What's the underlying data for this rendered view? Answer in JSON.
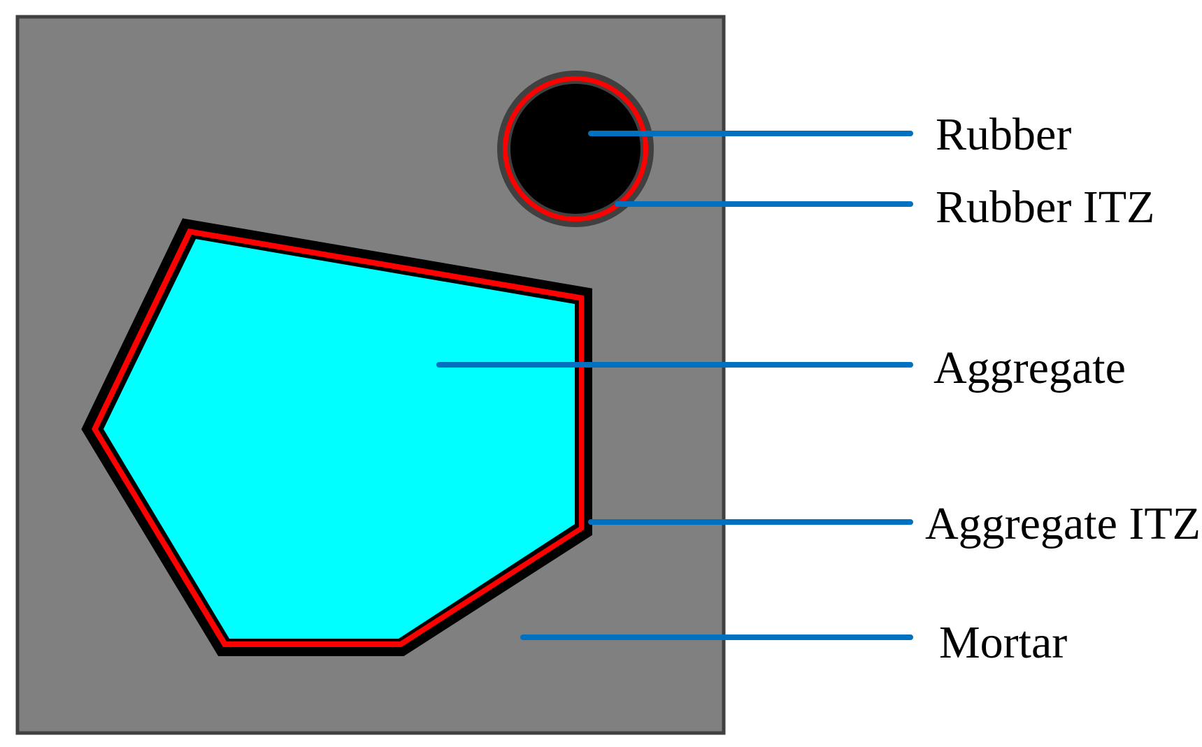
{
  "colors": {
    "mortar": "#808080",
    "mortar_border": "#404040",
    "rubber": "#000000",
    "rubber_itz": "#ff0000",
    "aggregate": "#00ffff",
    "aggregate_itz": "#ff0000",
    "leader": "#0070c0"
  },
  "labels": {
    "rubber": "Rubber",
    "rubber_itz": "Rubber ITZ",
    "aggregate": "Aggregate",
    "aggregate_itz": "Aggregate ITZ",
    "mortar": "Mortar"
  }
}
